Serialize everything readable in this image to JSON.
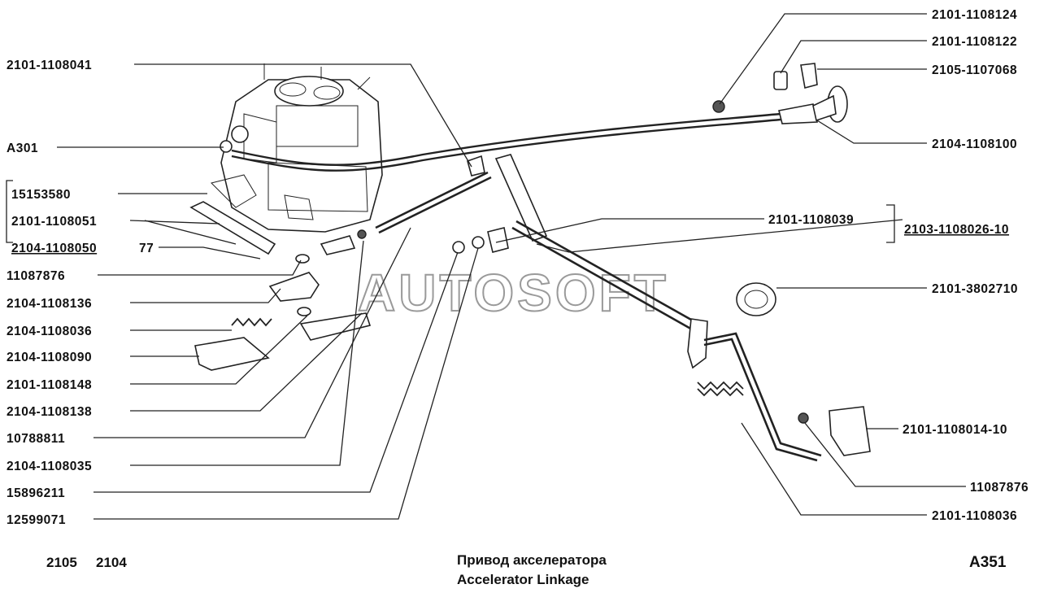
{
  "parts_left": [
    "2101-1108041",
    "A301",
    "15153580",
    "2101-1108051",
    "2104-1108050",
    "77",
    "11087876",
    "2104-1108136",
    "2104-1108036",
    "2104-1108090",
    "2101-1108148",
    "2104-1108138",
    "10788811",
    "2104-1108035",
    "15896211",
    "12599071"
  ],
  "parts_right": [
    "2101-1108124",
    "2101-1108122",
    "2105-1107068",
    "2104-1108100",
    "2101-1108039",
    "2103-1108026-10",
    "2101-3802710",
    "2101-1108014-10",
    "11087876",
    "2101-1108036"
  ],
  "footer": {
    "models_a": "2105",
    "models_b": "2104",
    "title_ru": "Привод акселератора",
    "title_en": "Accelerator Linkage",
    "sheet": "A351"
  },
  "watermark": "AUTOSOFT"
}
